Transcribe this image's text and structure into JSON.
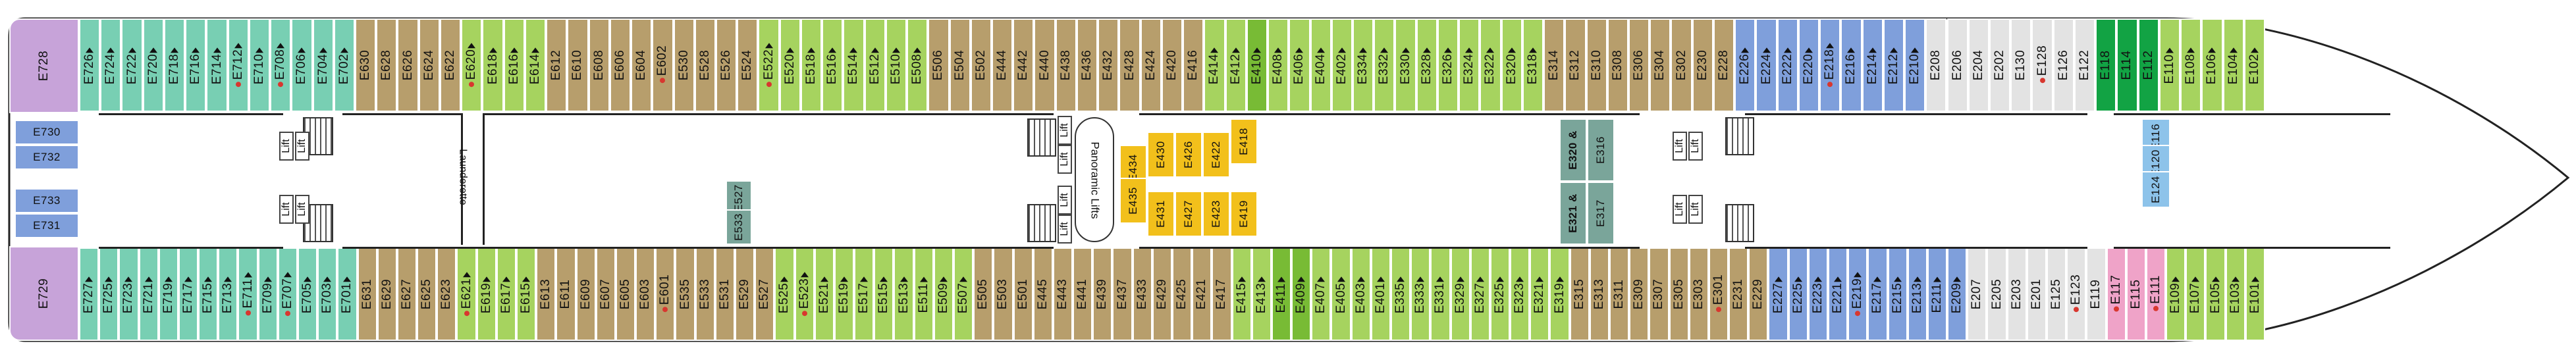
{
  "colors": {
    "suite_purple": "#c7a3d9",
    "teal": "#78cfb3",
    "brown": "#b79e6c",
    "light_green": "#a6d35f",
    "dark_green": "#78bb35",
    "bright_green": "#12a344",
    "gold": "#f2c01b",
    "blue": "#7f9fdb",
    "light_blue": "#8dc3ea",
    "grey_teal": "#7aa59a",
    "light_grey": "#e3e3e3",
    "pink": "#efa3c8",
    "hull_outline": "#222222"
  },
  "suites": {
    "top": "E728",
    "bottom": "E729",
    "aft_left": [
      "E730",
      "E732",
      "E733",
      "E731"
    ]
  },
  "top_row": [
    {
      "label": "E726",
      "color": "teal",
      "arrow": true
    },
    {
      "label": "E724",
      "color": "teal",
      "arrow": true
    },
    {
      "label": "E722",
      "color": "teal",
      "arrow": true
    },
    {
      "label": "E720",
      "color": "teal",
      "arrow": true
    },
    {
      "label": "E718",
      "color": "teal",
      "arrow": true
    },
    {
      "label": "E716",
      "color": "teal",
      "arrow": true
    },
    {
      "label": "E714",
      "color": "teal",
      "arrow": true
    },
    {
      "label": "E712",
      "color": "teal",
      "arrow": true,
      "dot": true
    },
    {
      "label": "E710",
      "color": "teal",
      "arrow": true
    },
    {
      "label": "E708",
      "color": "teal",
      "arrow": true,
      "dot": true
    },
    {
      "label": "E706",
      "color": "teal",
      "arrow": true
    },
    {
      "label": "E704",
      "color": "teal",
      "arrow": true
    },
    {
      "label": "E702",
      "color": "teal",
      "arrow": true
    },
    {
      "label": "E630",
      "color": "brown"
    },
    {
      "label": "E628",
      "color": "brown"
    },
    {
      "label": "E626",
      "color": "brown"
    },
    {
      "label": "E624",
      "color": "brown"
    },
    {
      "label": "E622",
      "color": "brown"
    },
    {
      "label": "E620",
      "color": "light_green",
      "arrow": true,
      "dot": true
    },
    {
      "label": "E618",
      "color": "light_green",
      "arrow": true
    },
    {
      "label": "E616",
      "color": "light_green",
      "arrow": true
    },
    {
      "label": "E614",
      "color": "light_green",
      "arrow": true
    },
    {
      "label": "E612",
      "color": "brown"
    },
    {
      "label": "E610",
      "color": "brown"
    },
    {
      "label": "E608",
      "color": "brown"
    },
    {
      "label": "E606",
      "color": "brown"
    },
    {
      "label": "E604",
      "color": "brown"
    },
    {
      "label": "E602",
      "color": "brown",
      "dot": true
    },
    {
      "label": "E530",
      "color": "brown"
    },
    {
      "label": "E528",
      "color": "brown"
    },
    {
      "label": "E526",
      "color": "brown"
    },
    {
      "label": "E524",
      "color": "brown"
    },
    {
      "label": "E522",
      "color": "light_green",
      "arrow": true,
      "dot": true
    },
    {
      "label": "E520",
      "color": "light_green",
      "arrow": true
    },
    {
      "label": "E518",
      "color": "light_green",
      "arrow": true
    },
    {
      "label": "E516",
      "color": "light_green",
      "arrow": true
    },
    {
      "label": "E514",
      "color": "light_green",
      "arrow": true
    },
    {
      "label": "E512",
      "color": "light_green",
      "arrow": true
    },
    {
      "label": "E510",
      "color": "light_green",
      "arrow": true
    },
    {
      "label": "E508",
      "color": "light_green",
      "arrow": true
    },
    {
      "label": "E506",
      "color": "brown"
    },
    {
      "label": "E504",
      "color": "brown"
    },
    {
      "label": "E502",
      "color": "brown"
    },
    {
      "label": "E444",
      "color": "brown"
    },
    {
      "label": "E442",
      "color": "brown"
    },
    {
      "label": "E440",
      "color": "brown"
    },
    {
      "label": "E438",
      "color": "brown"
    },
    {
      "label": "E436",
      "color": "brown"
    },
    {
      "label": "E432",
      "color": "brown"
    },
    {
      "label": "E428",
      "color": "brown"
    },
    {
      "label": "E424",
      "color": "brown"
    },
    {
      "label": "E420",
      "color": "brown"
    },
    {
      "label": "E416",
      "color": "brown"
    },
    {
      "label": "E414",
      "color": "light_green",
      "arrow": true
    },
    {
      "label": "E412",
      "color": "light_green",
      "arrow": true
    },
    {
      "label": "E410",
      "color": "dark_green",
      "arrow": true
    },
    {
      "label": "E408",
      "color": "light_green",
      "arrow": true
    },
    {
      "label": "E406",
      "color": "light_green",
      "arrow": true
    },
    {
      "label": "E404",
      "color": "light_green",
      "arrow": true
    },
    {
      "label": "E402",
      "color": "light_green",
      "arrow": true
    },
    {
      "label": "E334",
      "color": "light_green",
      "arrow": true
    },
    {
      "label": "E332",
      "color": "light_green",
      "arrow": true
    },
    {
      "label": "E330",
      "color": "light_green",
      "arrow": true
    },
    {
      "label": "E328",
      "color": "light_green",
      "arrow": true
    },
    {
      "label": "E326",
      "color": "light_green",
      "arrow": true
    },
    {
      "label": "E324",
      "color": "light_green",
      "arrow": true
    },
    {
      "label": "E322",
      "color": "light_green",
      "arrow": true
    },
    {
      "label": "E320",
      "color": "light_green",
      "arrow": true
    },
    {
      "label": "E318",
      "color": "light_green",
      "arrow": true
    },
    {
      "label": "E314",
      "color": "brown"
    },
    {
      "label": "E312",
      "color": "brown"
    },
    {
      "label": "E310",
      "color": "brown"
    },
    {
      "label": "E308",
      "color": "brown"
    },
    {
      "label": "E306",
      "color": "brown"
    },
    {
      "label": "E304",
      "color": "brown"
    },
    {
      "label": "E302",
      "color": "brown"
    },
    {
      "label": "E230",
      "color": "brown"
    },
    {
      "label": "E228",
      "color": "brown"
    },
    {
      "label": "E226",
      "color": "blue",
      "arrow": true
    },
    {
      "label": "E224",
      "color": "blue",
      "arrow": true
    },
    {
      "label": "E222",
      "color": "blue",
      "arrow": true
    },
    {
      "label": "E220",
      "color": "blue",
      "arrow": true
    },
    {
      "label": "E218",
      "color": "blue",
      "arrow": true,
      "dot": true
    },
    {
      "label": "E216",
      "color": "blue",
      "arrow": true
    },
    {
      "label": "E214",
      "color": "blue",
      "arrow": true
    },
    {
      "label": "E212",
      "color": "blue",
      "arrow": true
    },
    {
      "label": "E210",
      "color": "blue",
      "arrow": true
    },
    {
      "label": "E208",
      "color": "light_grey"
    },
    {
      "label": "E206",
      "color": "light_grey"
    },
    {
      "label": "E204",
      "color": "light_grey"
    },
    {
      "label": "E202",
      "color": "light_grey"
    },
    {
      "label": "E130",
      "color": "light_grey"
    },
    {
      "label": "E128",
      "color": "light_grey",
      "dot": true
    },
    {
      "label": "E126",
      "color": "light_grey"
    },
    {
      "label": "E122",
      "color": "light_grey"
    },
    {
      "label": "E118",
      "color": "bright_green"
    },
    {
      "label": "E114",
      "color": "bright_green"
    },
    {
      "label": "E112",
      "color": "bright_green"
    },
    {
      "label": "E110",
      "color": "light_green",
      "arrow": true
    },
    {
      "label": "E108",
      "color": "light_green",
      "arrow": true
    },
    {
      "label": "E106",
      "color": "light_green",
      "arrow": true
    },
    {
      "label": "E104",
      "color": "light_green",
      "arrow": true
    },
    {
      "label": "E102",
      "color": "light_green",
      "arrow": true
    }
  ],
  "bottom_row": [
    {
      "label": "E727",
      "color": "teal",
      "arrow": true
    },
    {
      "label": "E725",
      "color": "teal",
      "arrow": true
    },
    {
      "label": "E723",
      "color": "teal",
      "arrow": true
    },
    {
      "label": "E721",
      "color": "teal",
      "arrow": true
    },
    {
      "label": "E719",
      "color": "teal",
      "arrow": true
    },
    {
      "label": "E717",
      "color": "teal",
      "arrow": true
    },
    {
      "label": "E715",
      "color": "teal",
      "arrow": true
    },
    {
      "label": "E713",
      "color": "teal",
      "arrow": true
    },
    {
      "label": "E711",
      "color": "teal",
      "arrow": true,
      "dot": true
    },
    {
      "label": "E709",
      "color": "teal",
      "arrow": true
    },
    {
      "label": "E707",
      "color": "teal",
      "arrow": true,
      "dot": true
    },
    {
      "label": "E705",
      "color": "teal",
      "arrow": true
    },
    {
      "label": "E703",
      "color": "teal",
      "arrow": true
    },
    {
      "label": "E701",
      "color": "teal",
      "arrow": true
    },
    {
      "label": "E631",
      "color": "brown"
    },
    {
      "label": "E629",
      "color": "brown"
    },
    {
      "label": "E627",
      "color": "brown"
    },
    {
      "label": "E625",
      "color": "brown"
    },
    {
      "label": "E623",
      "color": "brown"
    },
    {
      "label": "E621",
      "color": "light_green",
      "arrow": true,
      "dot": true
    },
    {
      "label": "E619",
      "color": "light_green",
      "arrow": true
    },
    {
      "label": "E617",
      "color": "light_green",
      "arrow": true
    },
    {
      "label": "E615",
      "color": "light_green",
      "arrow": true
    },
    {
      "label": "E613",
      "color": "brown"
    },
    {
      "label": "E611",
      "color": "brown"
    },
    {
      "label": "E609",
      "color": "brown"
    },
    {
      "label": "E607",
      "color": "brown"
    },
    {
      "label": "E605",
      "color": "brown"
    },
    {
      "label": "E603",
      "color": "brown"
    },
    {
      "label": "E601",
      "color": "brown",
      "dot": true
    },
    {
      "label": "E535",
      "color": "brown"
    },
    {
      "label": "E533",
      "color": "brown"
    },
    {
      "label": "E531",
      "color": "brown"
    },
    {
      "label": "E529",
      "color": "brown"
    },
    {
      "label": "E527",
      "color": "brown"
    },
    {
      "label": "E525",
      "color": "light_green",
      "arrow": true
    },
    {
      "label": "E523",
      "color": "light_green",
      "arrow": true,
      "dot": true
    },
    {
      "label": "E521",
      "color": "light_green",
      "arrow": true
    },
    {
      "label": "E519",
      "color": "light_green",
      "arrow": true
    },
    {
      "label": "E517",
      "color": "light_green",
      "arrow": true
    },
    {
      "label": "E515",
      "color": "light_green",
      "arrow": true
    },
    {
      "label": "E513",
      "color": "light_green",
      "arrow": true
    },
    {
      "label": "E511",
      "color": "light_green",
      "arrow": true
    },
    {
      "label": "E509",
      "color": "light_green",
      "arrow": true
    },
    {
      "label": "E507",
      "color": "light_green",
      "arrow": true
    },
    {
      "label": "E505",
      "color": "brown"
    },
    {
      "label": "E503",
      "color": "brown"
    },
    {
      "label": "E501",
      "color": "brown"
    },
    {
      "label": "E445",
      "color": "brown"
    },
    {
      "label": "E443",
      "color": "brown"
    },
    {
      "label": "E441",
      "color": "brown"
    },
    {
      "label": "E439",
      "color": "brown"
    },
    {
      "label": "E437",
      "color": "brown"
    },
    {
      "label": "E433",
      "color": "brown"
    },
    {
      "label": "E429",
      "color": "brown"
    },
    {
      "label": "E425",
      "color": "brown"
    },
    {
      "label": "E421",
      "color": "brown"
    },
    {
      "label": "E417",
      "color": "brown"
    },
    {
      "label": "E415",
      "color": "light_green",
      "arrow": true
    },
    {
      "label": "E413",
      "color": "light_green",
      "arrow": true
    },
    {
      "label": "E411",
      "color": "dark_green",
      "arrow": true
    },
    {
      "label": "E409",
      "color": "dark_green",
      "arrow": true
    },
    {
      "label": "E407",
      "color": "light_green",
      "arrow": true
    },
    {
      "label": "E405",
      "color": "light_green",
      "arrow": true
    },
    {
      "label": "E403",
      "color": "light_green",
      "arrow": true
    },
    {
      "label": "E401",
      "color": "light_green",
      "arrow": true
    },
    {
      "label": "E335",
      "color": "light_green",
      "arrow": true
    },
    {
      "label": "E333",
      "color": "light_green",
      "arrow": true
    },
    {
      "label": "E331",
      "color": "light_green",
      "arrow": true
    },
    {
      "label": "E329",
      "color": "light_green",
      "arrow": true
    },
    {
      "label": "E327",
      "color": "light_green",
      "arrow": true
    },
    {
      "label": "E325",
      "color": "light_green",
      "arrow": true
    },
    {
      "label": "E323",
      "color": "light_green",
      "arrow": true
    },
    {
      "label": "E321",
      "color": "light_green",
      "arrow": true
    },
    {
      "label": "E319",
      "color": "light_green",
      "arrow": true
    },
    {
      "label": "E315",
      "color": "brown"
    },
    {
      "label": "E313",
      "color": "brown"
    },
    {
      "label": "E311",
      "color": "brown"
    },
    {
      "label": "E309",
      "color": "brown"
    },
    {
      "label": "E307",
      "color": "brown"
    },
    {
      "label": "E305",
      "color": "brown"
    },
    {
      "label": "E303",
      "color": "brown"
    },
    {
      "label": "E301",
      "color": "brown",
      "dot": true
    },
    {
      "label": "E231",
      "color": "brown"
    },
    {
      "label": "E229",
      "color": "brown"
    },
    {
      "label": "E227",
      "color": "blue",
      "arrow": true
    },
    {
      "label": "E225",
      "color": "blue",
      "arrow": true
    },
    {
      "label": "E223",
      "color": "blue",
      "arrow": true
    },
    {
      "label": "E221",
      "color": "blue",
      "arrow": true
    },
    {
      "label": "E219",
      "color": "blue",
      "arrow": true,
      "dot": true
    },
    {
      "label": "E217",
      "color": "blue",
      "arrow": true
    },
    {
      "label": "E215",
      "color": "blue",
      "arrow": true
    },
    {
      "label": "E213",
      "color": "blue",
      "arrow": true
    },
    {
      "label": "E211",
      "color": "blue",
      "arrow": true
    },
    {
      "label": "E209",
      "color": "blue",
      "arrow": true
    },
    {
      "label": "E207",
      "color": "light_grey"
    },
    {
      "label": "E205",
      "color": "light_grey"
    },
    {
      "label": "E203",
      "color": "light_grey"
    },
    {
      "label": "E201",
      "color": "light_grey"
    },
    {
      "label": "E125",
      "color": "light_grey"
    },
    {
      "label": "E123",
      "color": "light_grey",
      "dot": true
    },
    {
      "label": "E119",
      "color": "light_grey"
    },
    {
      "label": "E117",
      "color": "pink",
      "dot": true
    },
    {
      "label": "E115",
      "color": "pink"
    },
    {
      "label": "E111",
      "color": "pink",
      "dot": true
    },
    {
      "label": "E109",
      "color": "light_green",
      "arrow": true
    },
    {
      "label": "E107",
      "color": "light_green",
      "arrow": true
    },
    {
      "label": "E105",
      "color": "light_green",
      "arrow": true
    },
    {
      "label": "E103",
      "color": "light_green",
      "arrow": true
    },
    {
      "label": "E101",
      "color": "light_green",
      "arrow": true
    }
  ],
  "inner_cabins": {
    "gold_top": [
      "E430",
      "E426",
      "E422",
      "E418"
    ],
    "gold_top_left": "E434",
    "gold_bottom": [
      "E431",
      "E427",
      "E423",
      "E419"
    ],
    "gold_bottom_left": "E435",
    "teal_pair_left": [
      "E527",
      "E533"
    ],
    "teal_block_mid": [
      "E316",
      "E320",
      "E317",
      "E321"
    ],
    "light_blue_block": [
      "E116",
      "E120",
      "E124"
    ]
  },
  "labels": {
    "lift": "Lift",
    "panoramic_lifts": "Panoramic Lifts",
    "laundrette": "Launderette",
    "ampersand": "&"
  }
}
